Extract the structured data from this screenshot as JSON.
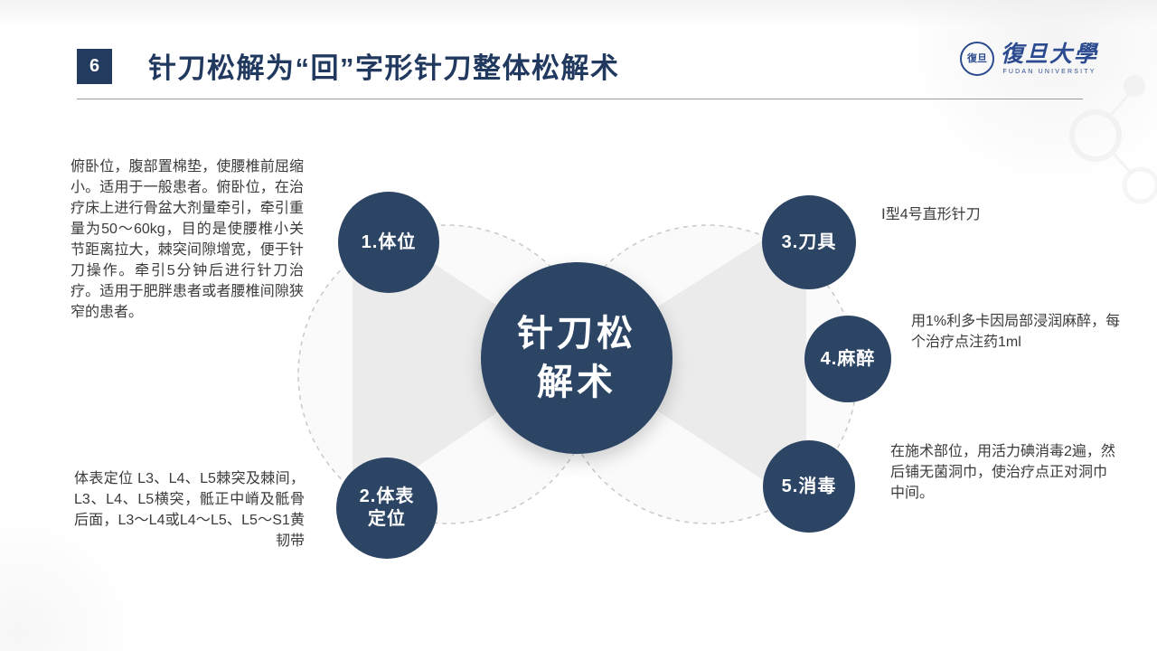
{
  "slide": {
    "page_number": "6",
    "title": "针刀松解为“回”字形针刀整体松解术"
  },
  "logo": {
    "seal_text": "復旦",
    "name": "復旦大學",
    "subtitle": "FUDAN UNIVERSITY"
  },
  "diagram": {
    "center_label": "针刀松\n解术",
    "nodes": [
      {
        "label": "1.体位"
      },
      {
        "label": "2.体表\n定位"
      },
      {
        "label": "3.刀具"
      },
      {
        "label": "4.麻醉"
      },
      {
        "label": "5.消毒"
      }
    ]
  },
  "notes": {
    "position": "俯卧位，腹部置棉垫，使腰椎前屈缩小。适用于一般患者。俯卧位，在治疗床上进行骨盆大剂量牵引，牵引重量为50～60kg，目的是使腰椎小关节距离拉大，棘突间隙增宽，便于针刀操作。牵引5分钟后进行针刀治疗。适用于肥胖患者或者腰椎间隙狭窄的患者。",
    "surface": "体表定位 L3、L4、L5棘突及棘间，L3、L4、L5横突，骶正中嵴及骶骨后面，L3～L4或L4～L5、L5～S1黄韧带",
    "knife": "Ⅰ型4号直形针刀",
    "anesthesia": "用1%利多卡因局部浸润麻醉，每个治疗点注药1ml",
    "disinfect": "在施术部位，用活力碘消毒2遍，然后铺无菌洞巾，使治疗点正对洞巾中间。"
  },
  "colors": {
    "navy": "#2d4565",
    "title_navy": "#22395f",
    "logo_blue": "#2b4a8f"
  }
}
